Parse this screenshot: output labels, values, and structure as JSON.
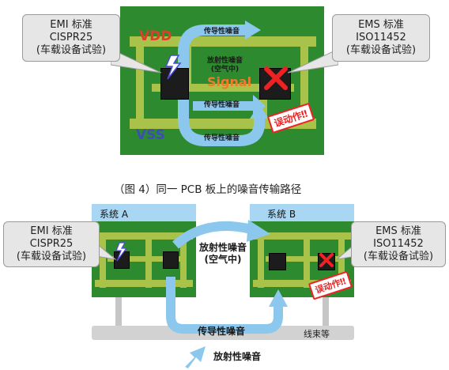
{
  "figure4": {
    "vdd_label": "VDD",
    "vss_label": "VSS",
    "signal_label": "Signal",
    "conducted_top": "传导性噪音",
    "radiated_line1": "放射性噪音",
    "radiated_line2": "(空气中)",
    "conducted_mid": "传导性噪音",
    "conducted_bottom": "传导性噪音",
    "malfunction": "误动作‼",
    "emi_callout": [
      "EMI 标准",
      "CISPR25",
      "(车载设备试验)"
    ],
    "ems_callout": [
      "EMS 标准",
      "ISO11452",
      "(车载设备试验)"
    ],
    "caption": "（图 4）同一 PCB 板上的噪音传输路径"
  },
  "figure5": {
    "system_a": "系统 A",
    "system_b": "系统 B",
    "radiated_line1": "放射性噪音",
    "radiated_line2": "(空气中)",
    "conducted": "传导性噪音",
    "harness": "线束等",
    "radiated_bottom": "放射性噪音",
    "malfunction": "误动作‼",
    "emi_callout": [
      "EMI 标准",
      "CISPR25",
      "(车载设备试验)"
    ],
    "ems_callout": [
      "EMS 标准",
      "ISO11452",
      "(车载设备试验)"
    ]
  },
  "colors": {
    "board_dark": "#2e8a2e",
    "board_mid": "#3ea63e",
    "trace": "#a9c24a",
    "arrow": "#8cc8ee",
    "vdd": "#e53b2b",
    "signal": "#f07a2a",
    "vss": "#3b4fb5",
    "sys_header": "#a9d6f3",
    "alert": "#ee2222"
  }
}
